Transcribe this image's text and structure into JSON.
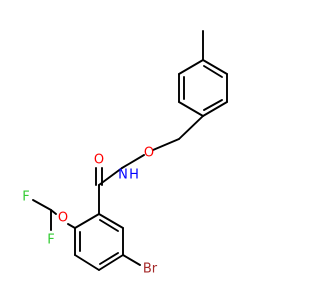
{
  "molecule": {
    "atoms": {
      "o_carbonyl": {
        "label": "O",
        "color": "#ff0000"
      },
      "n_amide": {
        "label": "N",
        "color": "#0000ff"
      },
      "h_amide": {
        "label": "H",
        "color": "#0000ff"
      },
      "o_ether_linker": {
        "label": "O",
        "color": "#ff0000"
      },
      "o_difluoromethoxy": {
        "label": "O",
        "color": "#ff0000"
      },
      "f_top": {
        "label": "F",
        "color": "#33cc33"
      },
      "f_bottom": {
        "label": "F",
        "color": "#33cc33"
      },
      "br": {
        "label": "Br",
        "color": "#a52a2a"
      }
    }
  }
}
